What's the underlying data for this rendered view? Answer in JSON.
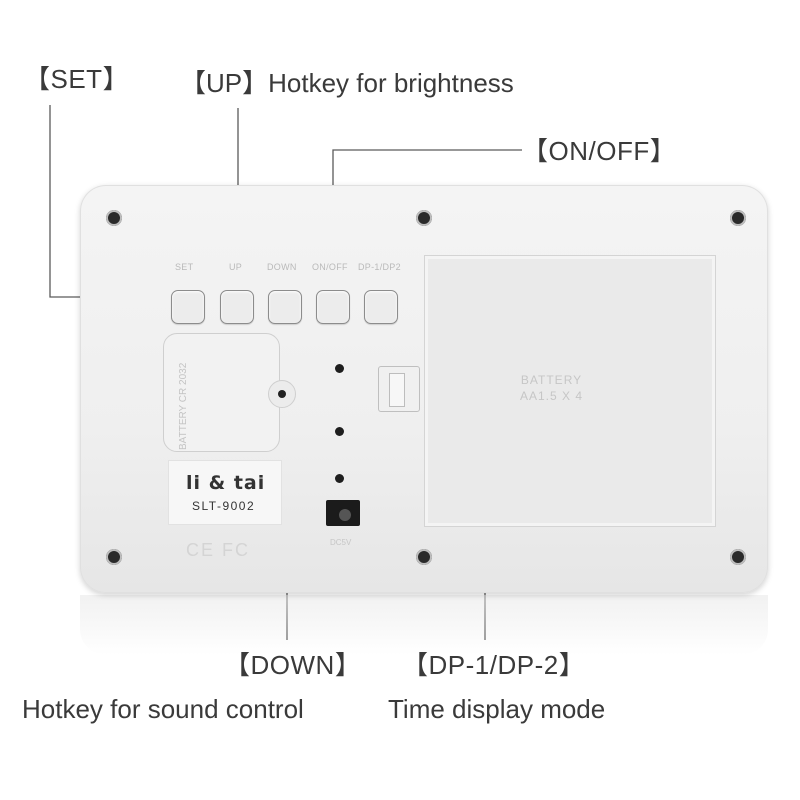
{
  "callouts": {
    "set": "【SET】",
    "up": "【UP】Hotkey for brightness",
    "on_off": "【ON/OFF】",
    "down": "【DOWN】",
    "down_desc": "Hotkey for sound control",
    "dp": "【DP-1/DP-2】",
    "dp_desc": "Time display mode"
  },
  "device": {
    "button_labels": [
      "SET",
      "UP",
      "DOWN",
      "ON/OFF",
      "DP-1/DP2"
    ],
    "coin_battery": "BATTERY CR 2032",
    "brand": "li & tai",
    "model": "SLT-9002",
    "certifications": "CE FC",
    "dc_input": "DC5V",
    "battery_door": [
      "BATTERY",
      "AA1.5 X 4"
    ]
  },
  "colors": {
    "device_body": "#f0f0f0",
    "screw": "#2a2a2a",
    "callout_text": "#3a3a3a",
    "leader_line": "#5a5a5a"
  },
  "icons": [
    "screw-icon",
    "dc-jack-icon"
  ]
}
